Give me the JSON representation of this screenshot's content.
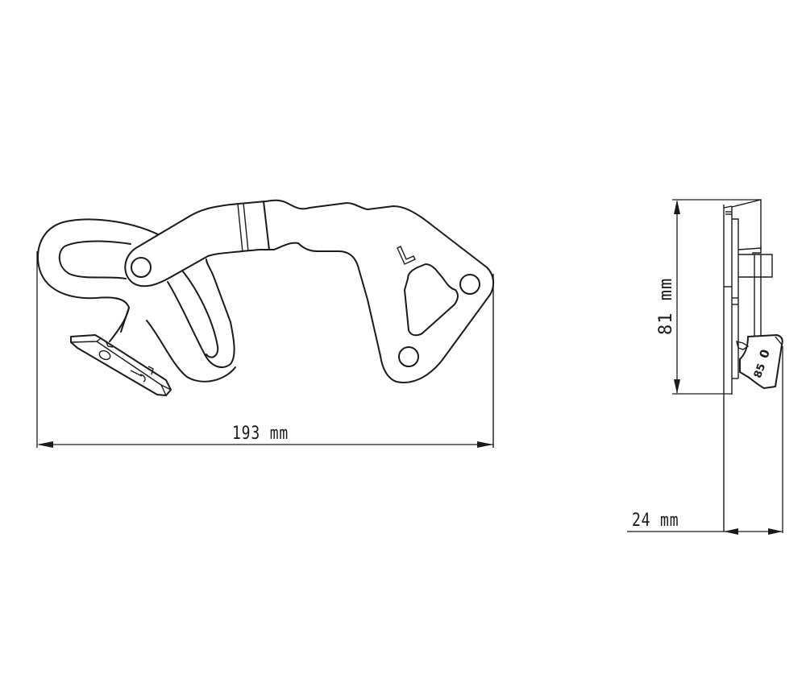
{
  "drawing": {
    "type": "technical-drawing",
    "subject": "bracket / hanger part, front and side views",
    "stroke_color": "#1a1a1a",
    "background_color": "#ffffff"
  },
  "front_view": {
    "dimension_width": {
      "value": 193,
      "unit": "mm",
      "label": "193 mm"
    },
    "engraved_mark": "L"
  },
  "side_view": {
    "dimension_height": {
      "value": 81,
      "unit": "mm",
      "label": "81 mm"
    },
    "dimension_depth": {
      "value": 24,
      "unit": "mm",
      "label": "24 mm"
    },
    "engraved_marks": [
      "0",
      "85"
    ]
  }
}
